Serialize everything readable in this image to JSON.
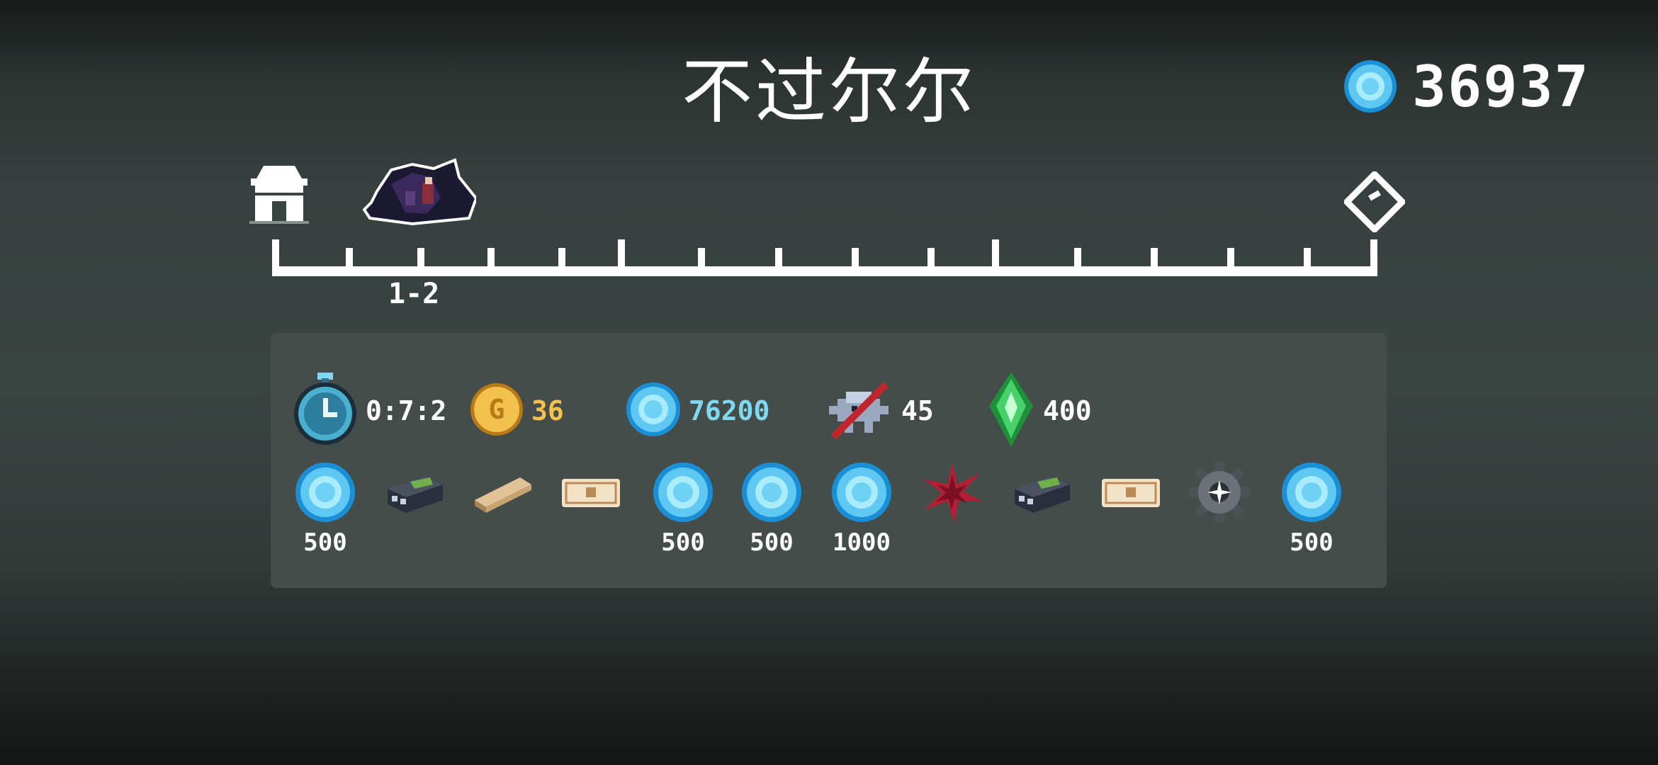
{
  "title": "不过尔尔",
  "currency": {
    "amount": "36937",
    "icon": "blue-gem-icon"
  },
  "progress": {
    "stage_label": "1-2",
    "home_icon": "house-icon",
    "end_icon": "portal-icon"
  },
  "stats": {
    "time": {
      "value": "0:7:2",
      "icon": "stopwatch-icon"
    },
    "gold": {
      "value": "36",
      "icon": "gold-coin-icon",
      "color": "#f2c14e"
    },
    "gems": {
      "value": "76200",
      "icon": "blue-gem-icon",
      "color": "#7fd8f0"
    },
    "kills": {
      "value": "45",
      "icon": "slain-enemy-icon"
    },
    "crystal": {
      "value": "400",
      "icon": "green-crystal-icon"
    }
  },
  "drops": [
    {
      "icon": "blue-gem-icon",
      "label": "500"
    },
    {
      "icon": "battery-cell-icon",
      "label": ""
    },
    {
      "icon": "wood-plank-icon",
      "label": ""
    },
    {
      "icon": "ticket-icon",
      "label": ""
    },
    {
      "icon": "blue-gem-icon",
      "label": "500"
    },
    {
      "icon": "blue-gem-icon",
      "label": "500"
    },
    {
      "icon": "blue-gem-icon",
      "label": "1000"
    },
    {
      "icon": "red-shard-icon",
      "label": ""
    },
    {
      "icon": "battery-cell-icon",
      "label": ""
    },
    {
      "icon": "ticket-icon",
      "label": ""
    },
    {
      "icon": "gear-icon",
      "label": ""
    },
    {
      "icon": "blue-gem-icon",
      "label": "500"
    }
  ]
}
